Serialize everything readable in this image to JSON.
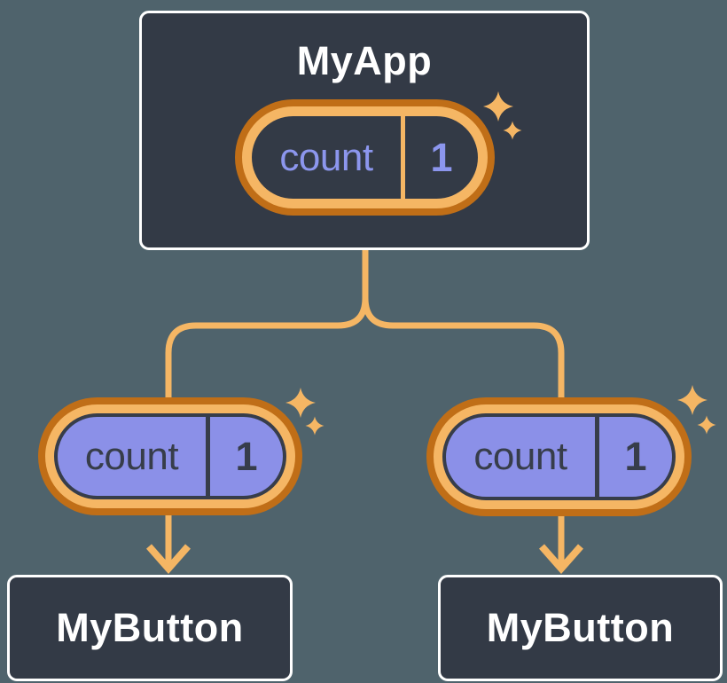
{
  "diagram": {
    "description": "React component tree sharing state",
    "root": {
      "title": "MyApp",
      "state": {
        "label": "count",
        "value": "1"
      }
    },
    "children": [
      {
        "title": "MyButton",
        "state": {
          "label": "count",
          "value": "1"
        }
      },
      {
        "title": "MyButton",
        "state": {
          "label": "count",
          "value": "1"
        }
      }
    ],
    "colors": {
      "background": "#4F636C",
      "node_fill": "#333A46",
      "node_border": "#FFFFFF",
      "connector_orange": "#F5B664",
      "ring_orange_dark": "#C06E17",
      "state_purple_fill": "#8B90E8",
      "state_purple_text": "#8C96EE",
      "state_dark_text": "#373D4A",
      "title_text": "#FFFFFF"
    }
  }
}
